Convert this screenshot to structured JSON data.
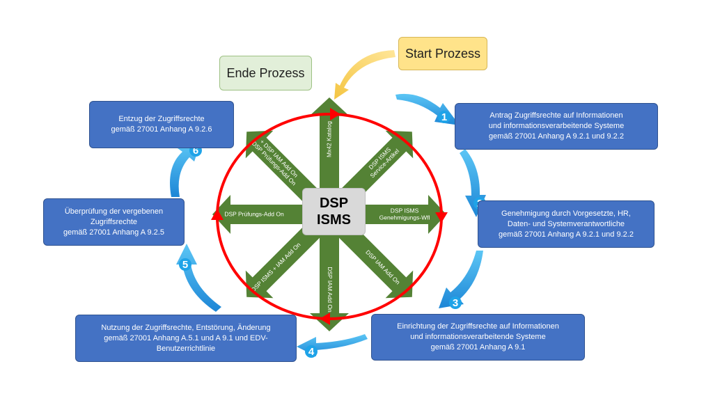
{
  "start_label": "Start Prozess",
  "end_label": "Ende Prozess",
  "center_label": "DSP\nISMS",
  "steps": [
    {
      "number": "1",
      "text": "Antrag Zugriffsrechte auf Informationen\nund informationsverarbeitende Systeme\ngemäß 27001 Anhang A 9.2.1 und 9.2.2"
    },
    {
      "number": "2",
      "text": "Genehmigung durch Vorgesetzte, HR,\nDaten- und Systemverantwortliche\ngemäß 27001 Anhang A 9.2.1 und 9.2.2"
    },
    {
      "number": "3",
      "text": "Einrichtung der Zugriffsrechte auf Informationen\nund informationsverarbeitende Systeme\ngemäß 27001 Anhang A 9.1"
    },
    {
      "number": "4",
      "text": "Nutzung der Zugriffsrechte, Entstörung, Änderung\ngemäß 27001 Anhang A.5.1 und A 9.1 und EDV-\nBenutzerrichtlinie"
    },
    {
      "number": "5",
      "text": "Überprüfung der vergebenen\nZugriffsrechte\ngemäß 27001 Anhang A 9.2.5"
    },
    {
      "number": "6",
      "text": "Entzug der Zugriffsrechte\ngemäß 27001 Anhang A 9.2.6"
    }
  ],
  "spokes": [
    {
      "lines": [
        "Mx42 Katalog"
      ]
    },
    {
      "lines": [
        "DSP ISMS",
        "Service-Artikel"
      ]
    },
    {
      "lines": [
        "DSP ISMS",
        "Genehmigungs-Wfl"
      ]
    },
    {
      "lines": [
        "DSP IAM Add On"
      ]
    },
    {
      "lines": [
        "DSP IAM Add On"
      ]
    },
    {
      "lines": [
        "DSP ISMS + IAM Add On"
      ]
    },
    {
      "lines": [
        "DSP Prüfungs-Add On"
      ]
    },
    {
      "lines": [
        "DSP Prüfungs-Add On",
        "+ DSP IAM Add On"
      ]
    }
  ],
  "colors": {
    "step_box": "#4472c4",
    "spoke_arrow": "#548235",
    "ring": "#ff0000",
    "cycle_arrow": "#1fa3e8",
    "start_arrow": "#ffd966"
  }
}
